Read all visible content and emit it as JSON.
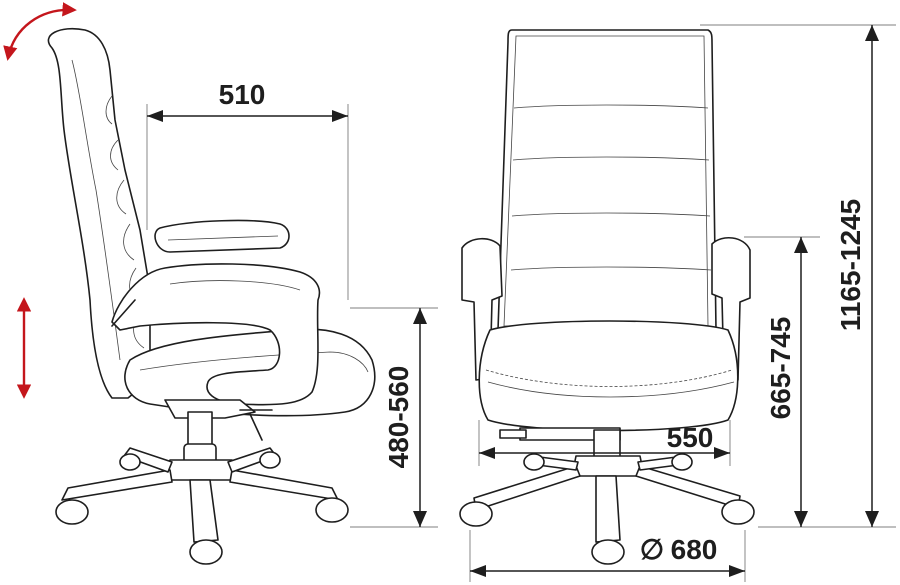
{
  "dimensions": {
    "depth": "510",
    "seat_height": "480-560",
    "seat_width": "550",
    "armrest_height": "665-745",
    "total_height": "1165-1245",
    "base_diameter": "680",
    "diameter_symbol": "∅"
  },
  "colors": {
    "line": "#1e1e1e",
    "adjust_arrow": "#c4161c"
  }
}
